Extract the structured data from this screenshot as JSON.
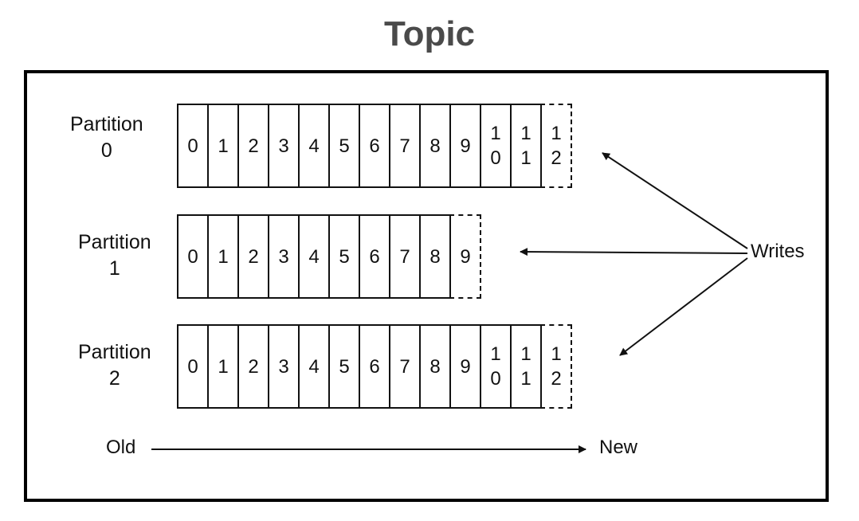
{
  "title": "Topic",
  "partitions": [
    {
      "label_line1": "Partition",
      "label_line2": "0",
      "cells": [
        "0",
        "1",
        "2",
        "3",
        "4",
        "5",
        "6",
        "7",
        "8",
        "9",
        "1\n0",
        "1\n1",
        "1\n2"
      ],
      "pending_index": 12
    },
    {
      "label_line1": "Partition",
      "label_line2": "1",
      "cells": [
        "0",
        "1",
        "2",
        "3",
        "4",
        "5",
        "6",
        "7",
        "8",
        "9"
      ],
      "pending_index": 9
    },
    {
      "label_line1": "Partition",
      "label_line2": "2",
      "cells": [
        "0",
        "1",
        "2",
        "3",
        "4",
        "5",
        "6",
        "7",
        "8",
        "9",
        "1\n0",
        "1\n1",
        "1\n2"
      ],
      "pending_index": 12
    }
  ],
  "writes_label": "Writes",
  "old_label": "Old",
  "new_label": "New"
}
